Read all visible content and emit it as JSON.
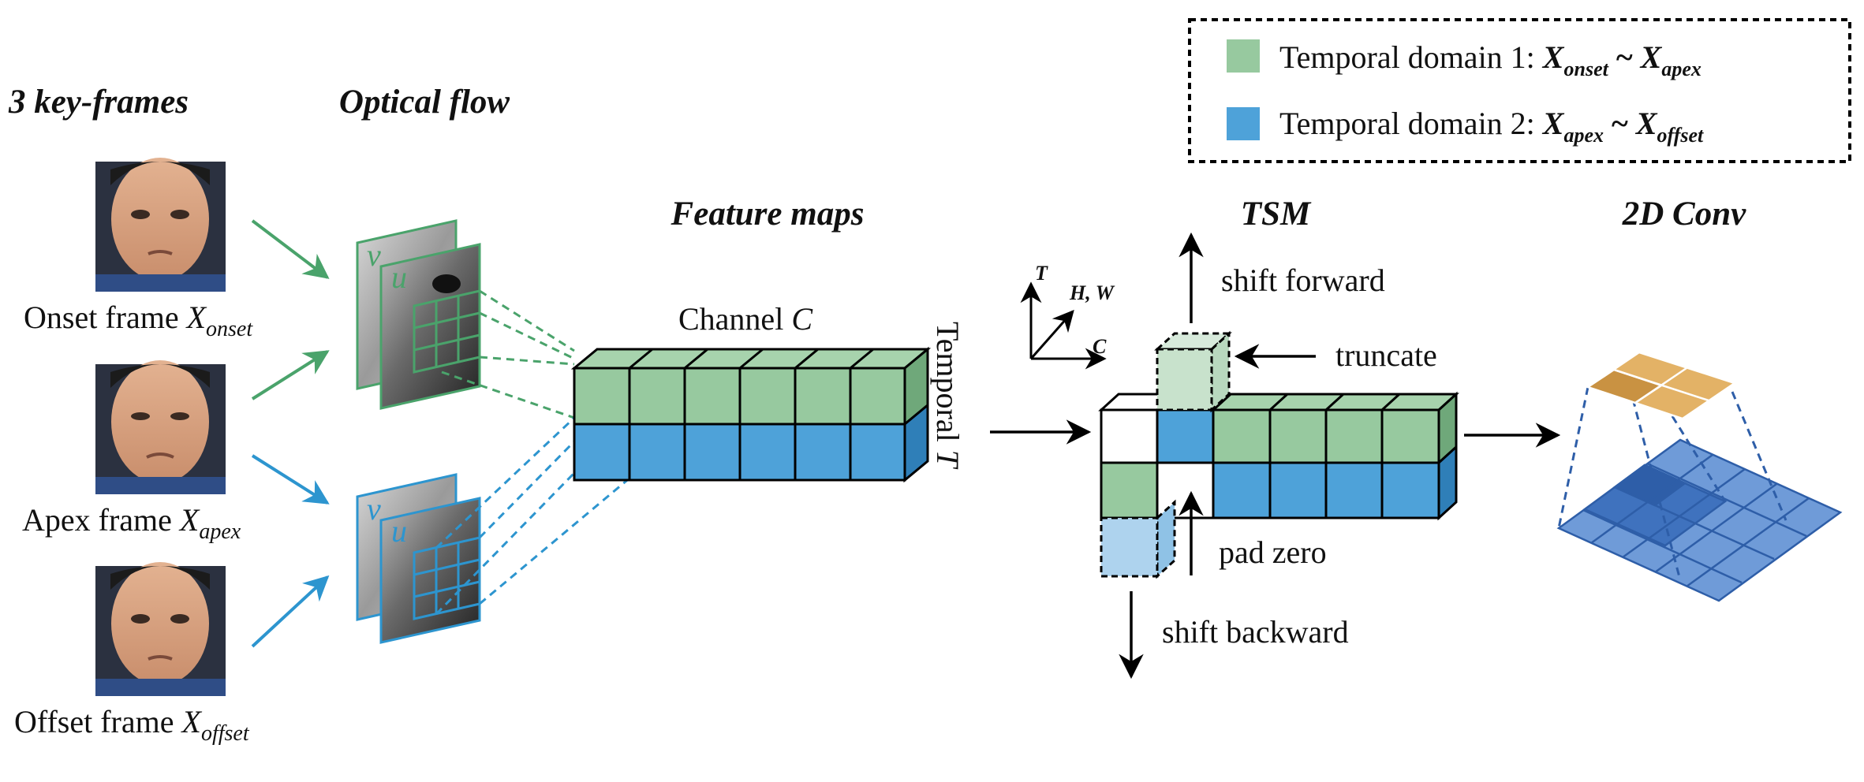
{
  "headers": {
    "keyframes": "3 key-frames",
    "optical_flow": "Optical flow",
    "feature_maps": "Feature maps",
    "tsm": "TSM",
    "conv": "2D Conv"
  },
  "frames": [
    {
      "label": "Onset frame ",
      "var": "X",
      "sub": "onset"
    },
    {
      "label": "Apex frame ",
      "var": "X",
      "sub": "apex"
    },
    {
      "label": "Offset frame ",
      "var": "X",
      "sub": "offset"
    }
  ],
  "flow": {
    "v": "v",
    "u": "u"
  },
  "feature_map": {
    "channel_label": "Channel ",
    "channel_var": "C",
    "temporal_label": "Temporal ",
    "temporal_var": "T"
  },
  "axes": {
    "t": "T",
    "hw": "H, W",
    "c": "C"
  },
  "tsm": {
    "shift_forward": "shift forward",
    "truncate": "truncate",
    "pad_zero": "pad zero",
    "shift_backward": "shift backward"
  },
  "legend": {
    "d1_text": "Temporal domain 1: ",
    "d1_a": "X",
    "d1_a_sub": "onset",
    "d1_sep": " ~ ",
    "d1_b": "X",
    "d1_b_sub": "apex",
    "d2_text": "Temporal domain 2: ",
    "d2_a": "X",
    "d2_a_sub": "apex",
    "d2_sep": " ~ ",
    "d2_b": "X",
    "d2_b_sub": "offset"
  },
  "colors": {
    "green": "#97c99f",
    "green_top": "#a7d3ad",
    "green_side": "#6fa87a",
    "blue": "#4ea2d9",
    "blue_top": "#6cb3e2",
    "blue_side": "#2f7fb8",
    "arrow_green": "#4aa36b",
    "arrow_blue": "#2d95cf",
    "orange": "#d9a451",
    "conv_blue": "#4679c4",
    "conv_dark": "#2e5ea8"
  }
}
